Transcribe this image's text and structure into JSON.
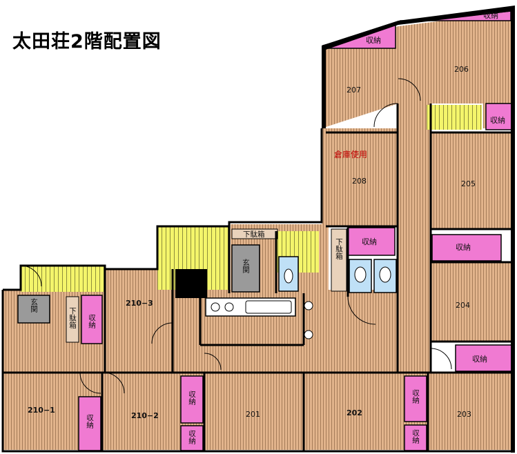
{
  "title": "太田荘2階配置図",
  "rooms": {
    "r201": "201",
    "r202": "202",
    "r203": "203",
    "r204": "204",
    "r205": "205",
    "r206": "206",
    "r207": "207",
    "r208": "208",
    "r210_1": "210−1",
    "r210_2": "210−2",
    "r210_3": "210−3"
  },
  "labels": {
    "storage": "収納",
    "entrance": "玄関",
    "shoebox": "下駄箱",
    "warehouse_use": "倉庫使用"
  },
  "colors": {
    "floor": "#e2b48c",
    "floor_stripe": "#a47b58",
    "storage": "#f07ad2",
    "stairs": "#f4f56b",
    "fixture": "#bfe0f6",
    "entrance": "#9a9a9a",
    "wall": "#000000"
  }
}
